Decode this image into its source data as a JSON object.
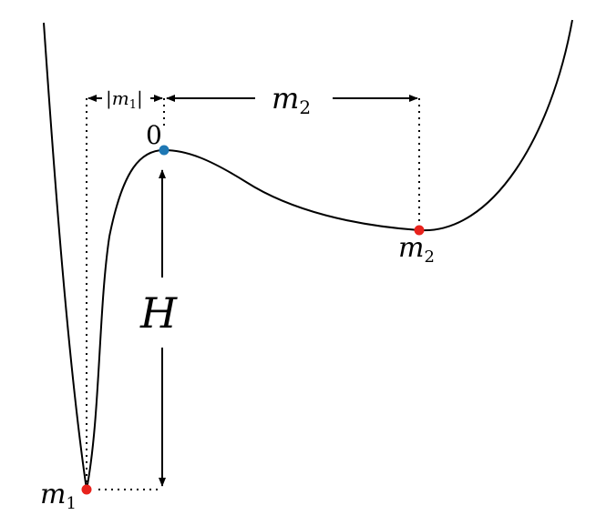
{
  "labels": {
    "m1_width": "|m",
    "m1_width_sub": "1",
    "m1_width_close": "|",
    "m2_width": "m",
    "m2_width_sub": "2",
    "origin": "0",
    "height": "H",
    "min1": "m",
    "min1_sub": "1",
    "min2": "m",
    "min2_sub": "2"
  },
  "colors": {
    "curve": "#000000",
    "minimum_point": "#e8221c",
    "origin_point": "#1f78b4"
  }
}
